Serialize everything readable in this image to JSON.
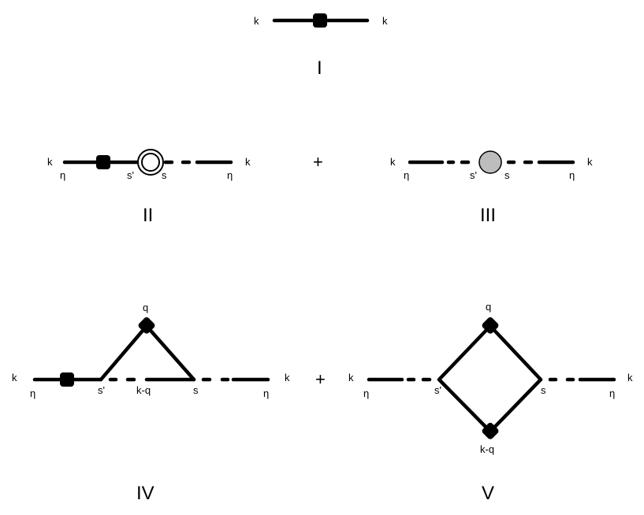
{
  "diagrams": {
    "d1": {
      "roman": "I",
      "k_left": "k",
      "k_right": "k"
    },
    "d2": {
      "roman": "II",
      "k_left": "k",
      "k_right": "k",
      "eta_left": "η",
      "eta_right": "η",
      "s_prime": "s'",
      "s": "s"
    },
    "d3": {
      "roman": "III",
      "k_left": "k",
      "k_right": "k",
      "eta_left": "η",
      "eta_right": "η",
      "s_prime": "s'",
      "s": "s"
    },
    "d4": {
      "roman": "IV",
      "k_left": "k",
      "k_right": "k",
      "eta_left": "η",
      "eta_right": "η",
      "s_prime": "s'",
      "s": "s",
      "q": "q",
      "k_minus_q": "k-q"
    },
    "d5": {
      "roman": "V",
      "k_left": "k",
      "k_right": "k",
      "eta_left": "η",
      "eta_right": "η",
      "s_prime": "s'",
      "s": "s",
      "q": "q",
      "k_minus_q": "k-q"
    }
  },
  "operators": {
    "plus_top": "+",
    "plus_bottom": "+"
  },
  "colors": {
    "line": "#000000",
    "shaded_vertex": "#bdbdbd"
  }
}
